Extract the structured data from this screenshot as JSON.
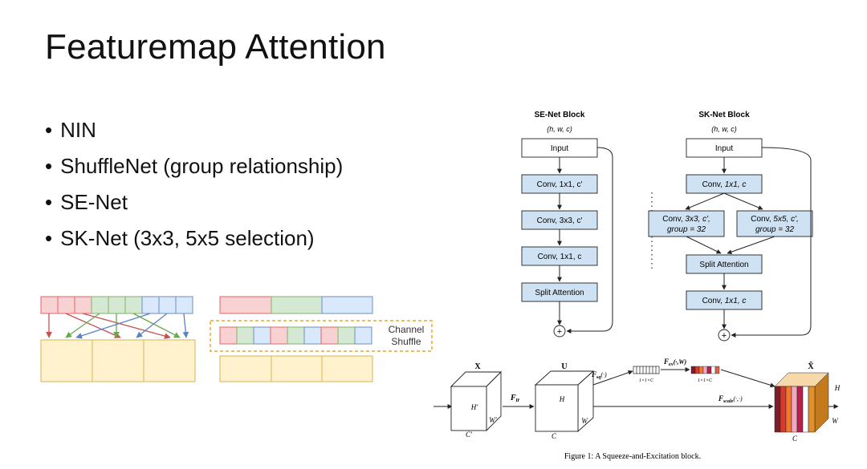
{
  "slide": {
    "title": "Featuremap Attention"
  },
  "bullets": [
    "NIN",
    "ShuffleNet (group relationship)",
    "SE-Net",
    "SK-Net (3x3, 5x5 selection)"
  ],
  "shuffle": {
    "label_line1": "Channel",
    "label_line2": "Shuffle"
  },
  "se_block": {
    "title": "SE-Net Block",
    "dims": "(h, w, c)",
    "input": "Input",
    "conv1": "Conv, 1x1, c'",
    "conv2": "Conv, 3x3, c'",
    "conv3": "Conv, 1x1, c",
    "split": "Split Attention",
    "plus": "+"
  },
  "sk_block": {
    "title": "SK-Net Block",
    "dims": "(h, w, c)",
    "input": "Input",
    "conv1_pre": "Conv, ",
    "conv1_it": "1x1, c",
    "left_pre": "Conv, ",
    "left_it": "3x3, c',",
    "left_group": "group = 32",
    "right_pre": "Conv, ",
    "right_it": "5x5, c',",
    "right_group": "group = 32",
    "split": "Split Attention",
    "conv2_pre": "Conv, ",
    "conv2_it": "1x1, c",
    "plus": "+"
  },
  "squeeze": {
    "x_label": "X",
    "u_label": "U",
    "xt_label": "X̃",
    "h_prime": "H′",
    "w_prime": "W′",
    "c_prime": "C′",
    "h": "H",
    "w": "W",
    "c": "C",
    "h2": "H",
    "w2": "W",
    "c2": "C",
    "f_tr_main": "F",
    "f_tr_sub": "tr",
    "f_sq_main": "F",
    "f_sq_sub": "sq",
    "f_sq_arg": "(·)",
    "f_ex_main": "F",
    "f_ex_sub": "ex",
    "f_ex_arg": "(·,W)",
    "f_scale_main": "F",
    "f_scale_sub": "scale",
    "f_scale_arg": "(·,·)",
    "dim1": "1×1×C",
    "dim2": "1×1×C",
    "caption": "Figure 1: A Squeeze-and-Excitation block."
  },
  "colors": {
    "red_fill": "#f8d2d2",
    "red_stroke": "#e06666",
    "green_fill": "#d5e8d4",
    "green_stroke": "#82b366",
    "blue_fill": "#dae8fc",
    "blue_stroke": "#6c8ebf",
    "yellow_fill": "#fff2cc",
    "yellow_stroke": "#d6b656",
    "conv_fill": "#cfe2f3",
    "dash_orange": "#d79b00"
  }
}
